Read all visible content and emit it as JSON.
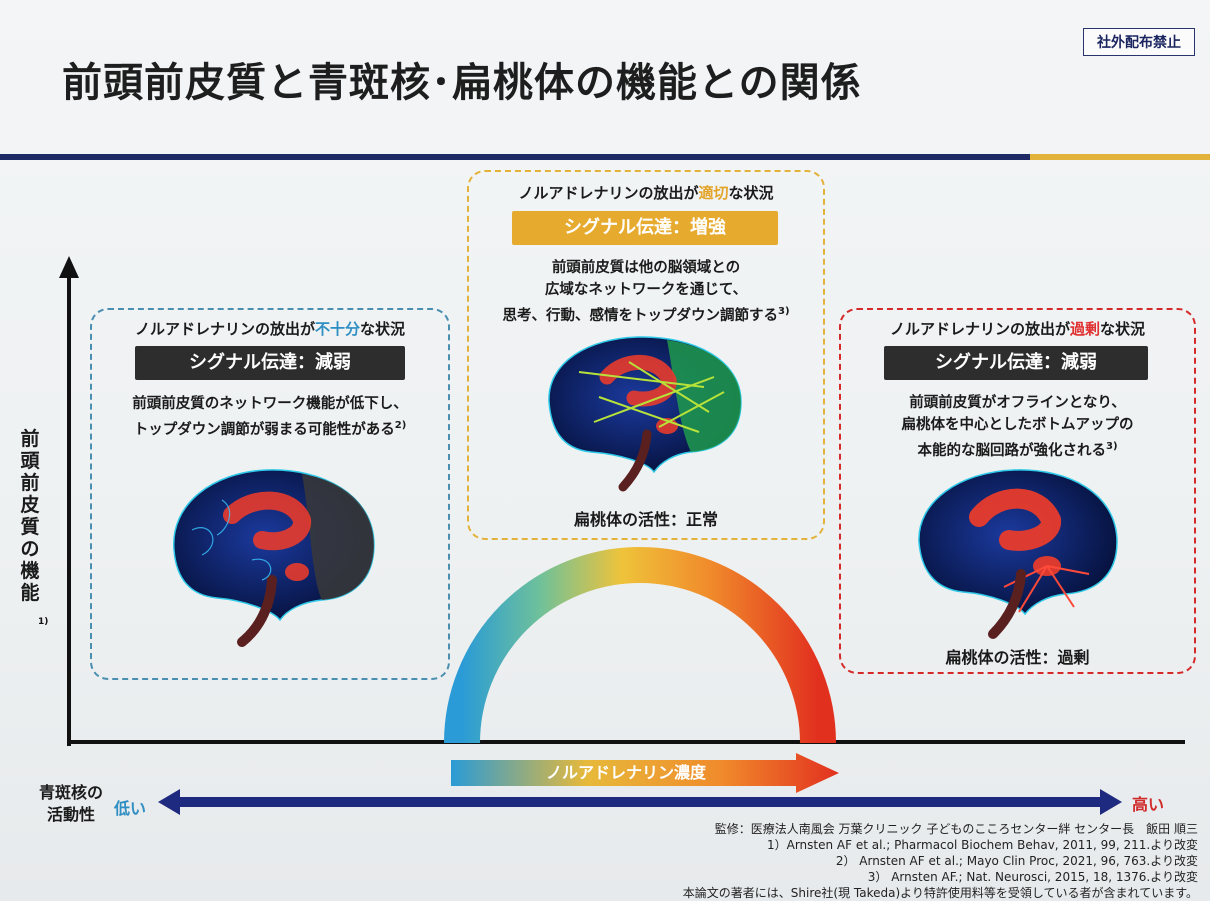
{
  "confidential_badge": "社外配布禁止",
  "title": "前頭前皮質と青斑核･扁桃体の機能との関係",
  "y_axis": {
    "label_chars": [
      "前",
      "頭",
      "前",
      "皮",
      "質",
      "の",
      "機",
      "能"
    ],
    "sup": "1)"
  },
  "panels": {
    "left": {
      "head_pre": "ノルアドレナリンの放出が",
      "head_highlight": "不十分",
      "head_post": "な状況",
      "signal": "シグナル伝達：減弱",
      "desc_line1": "前頭前皮質のネットワーク機能が低下し、",
      "desc_line2": "トップダウン調節が弱まる可能性がある",
      "desc_sup": "2)"
    },
    "middle": {
      "head_pre": "ノルアドレナリンの放出が",
      "head_highlight": "適切",
      "head_post": "な状況",
      "signal": "シグナル伝達：増強",
      "desc_line1": "前頭前皮質は他の脳領域との",
      "desc_line2": "広域なネットワークを通じて、",
      "desc_line3": "思考、行動、感情をトップダウン調節する",
      "desc_sup": "3)",
      "amygdala": "扁桃体の活性：正常"
    },
    "right": {
      "head_pre": "ノルアドレナリンの放出が",
      "head_highlight": "過剰",
      "head_post": "な状況",
      "signal": "シグナル伝達：減弱",
      "desc_line1": "前頭前皮質がオフラインとなり、",
      "desc_line2": "扁桃体を中心としたボトムアップの",
      "desc_line3": "本能的な脳回路が強化される",
      "desc_sup": "3)",
      "amygdala": "扁桃体の活性：過剰"
    }
  },
  "ne_concentration_label": "ノルアドレナリン濃度",
  "locus_coeruleus": {
    "label_line1": "青斑核の",
    "label_line2": "活動性",
    "low": "低い",
    "high": "高い"
  },
  "references": {
    "supervisor": "監修：医療法人南風会 万葉クリニック 子どものこころセンター絆 センター長　飯田 順三",
    "ref1": "1）Arnsten AF et al.; Pharmacol Biochem Behav, 2011, 99, 211.より改変",
    "ref2": "2） Arnsten AF et al.; Mayo Clin Proc, 2021, 96, 763.より改変",
    "ref3": "3） Arnsten AF.; Nat. Neurosci, 2015, 18, 1376.より改変",
    "disclosure": "本論文の著者には、Shire社(現 Takeda)より特許使用料等を受領している者が含まれています。"
  },
  "colors": {
    "navy": "#1e2a66",
    "gold": "#e3b23a",
    "blue_status": "#2f8fc2",
    "red_status": "#d52a2a"
  }
}
